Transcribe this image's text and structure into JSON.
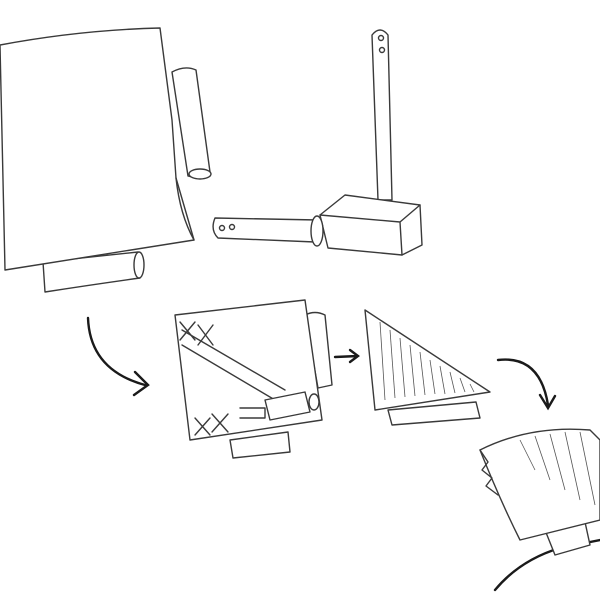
{
  "colors": {
    "pencil": "#3a3a3a",
    "paper": "#ffffff",
    "arrow": "#1a1a1a"
  },
  "icons": [
    "sheet",
    "roll",
    "lever-tool",
    "arrow",
    "folded-sheet",
    "cutting-steps"
  ]
}
